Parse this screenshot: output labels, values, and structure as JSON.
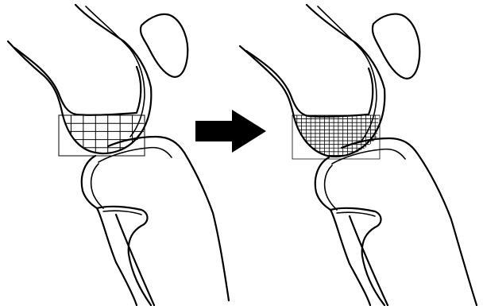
{
  "diagram": {
    "panels": [
      {
        "name": "knee-before",
        "grid_columns": 7,
        "grid_rows": 5
      },
      {
        "name": "knee-after",
        "grid_columns": 19,
        "grid_rows": 12
      }
    ],
    "arrow": {
      "direction": "right",
      "color": "#000000"
    },
    "stroke_color": "#000000",
    "background_color": "#ffffff"
  }
}
